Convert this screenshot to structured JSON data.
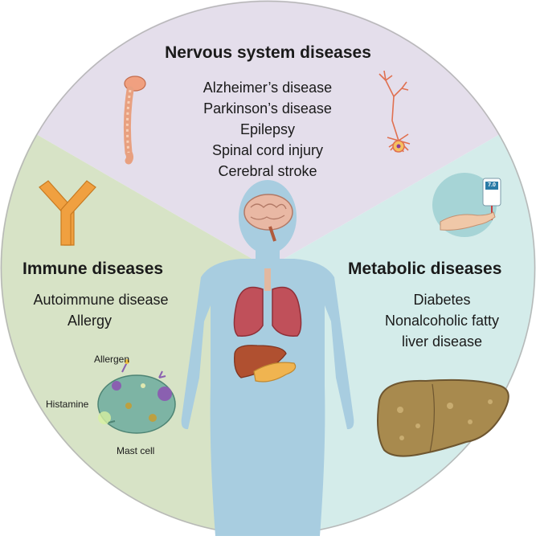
{
  "colors": {
    "nervous": "#e4deeb",
    "immune": "#d7e3c6",
    "metabolic": "#d4ecea",
    "body": "#a8cde0",
    "outline": "#9a9a9a"
  },
  "nervous": {
    "title": "Nervous system diseases",
    "items": [
      "Alzheimer’s disease",
      "Parkinson’s disease",
      "Epilepsy",
      "Spinal cord injury",
      "Cerebral stroke"
    ]
  },
  "immune": {
    "title": "Immune diseases",
    "items": [
      "Autoimmune disease",
      "Allergy"
    ],
    "labels": {
      "allergen": "Allergen",
      "histamine": "Histamine",
      "mast_cell": "Mast cell"
    }
  },
  "metabolic": {
    "title": "Metabolic diseases",
    "items": [
      "Diabetes",
      "Nonalcoholic fatty",
      "liver disease"
    ],
    "meter_reading": "7.0"
  }
}
